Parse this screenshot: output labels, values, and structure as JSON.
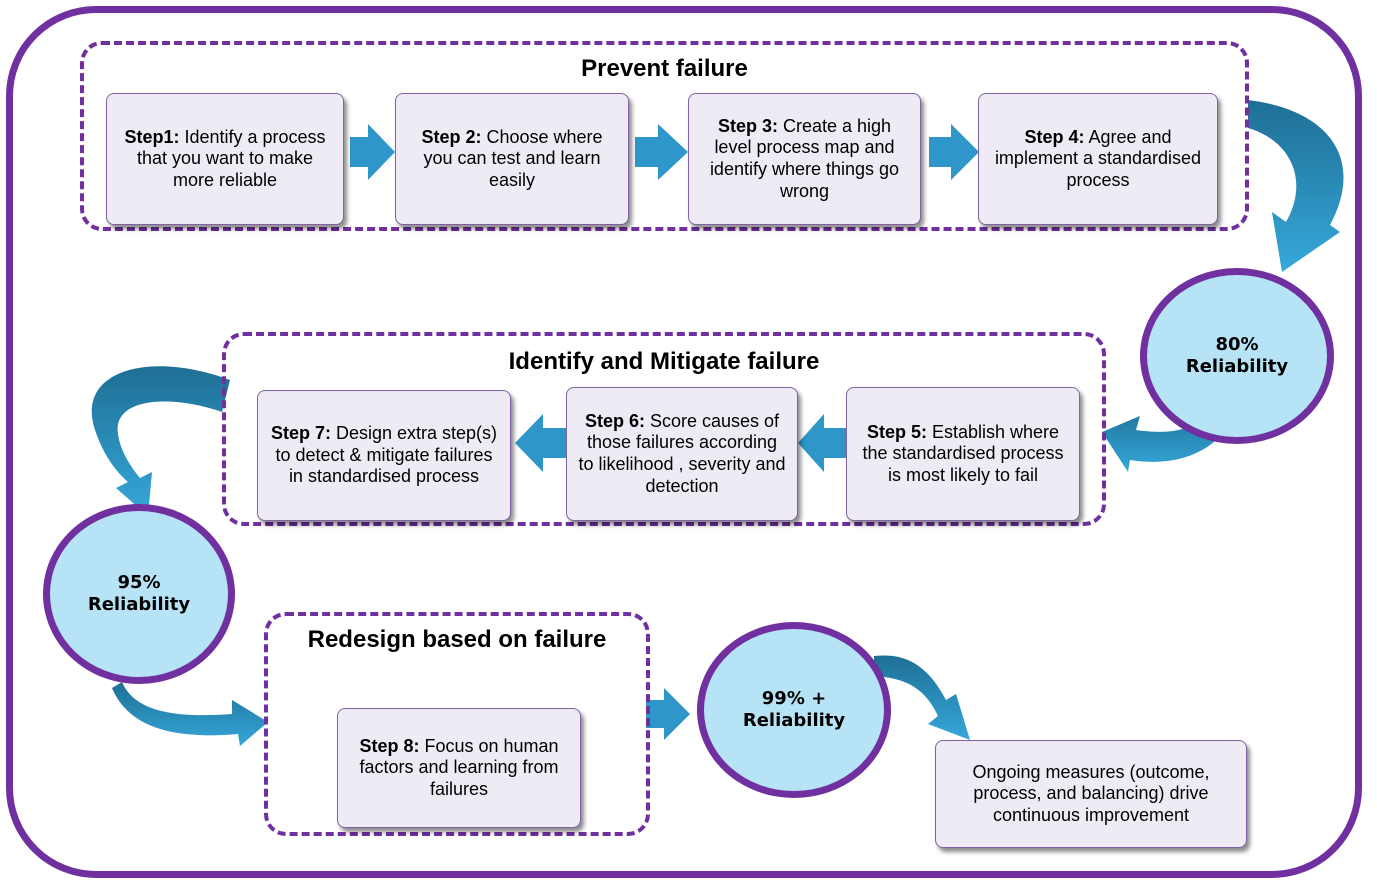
{
  "groups": {
    "prevent": {
      "title": "Prevent failure"
    },
    "mitigate": {
      "title": "Identify and Mitigate failure"
    },
    "redesign": {
      "title": "Redesign based on failure"
    }
  },
  "steps": [
    {
      "label": "Step1:",
      "text": " Identify  a process that you want to make more reliable"
    },
    {
      "label": "Step 2:",
      "text": " Choose where you can test and learn easily"
    },
    {
      "label": "Step 3:",
      "text": " Create a high level process map and identify where things go wrong"
    },
    {
      "label": "Step 4:",
      "text": " Agree and implement a standardised process"
    },
    {
      "label": "Step 5:",
      "text": " Establish where the standardised process is most likely to fail"
    },
    {
      "label": "Step 6:",
      "text": " Score causes of those failures according to likelihood , severity  and detection"
    },
    {
      "label": "Step 7:",
      "text": " Design extra step(s) to detect & mitigate failures in standardised process"
    },
    {
      "label": "Step 8:",
      "text": " Focus on human factors and learning  from failures"
    }
  ],
  "milestones": [
    {
      "pct": "80%",
      "label": "Reliability"
    },
    {
      "pct": "95%",
      "label": "Reliability"
    },
    {
      "pct": "99% +",
      "label": "Reliability"
    }
  ],
  "outcome": {
    "text": "Ongoing  measures (outcome, process, and balancing) drive continuous improvement"
  },
  "colors": {
    "frame": "#7030a0",
    "arrow": "#2e96c8",
    "circle_fill": "#b7e3f6",
    "box_fill": "#efebf5"
  }
}
